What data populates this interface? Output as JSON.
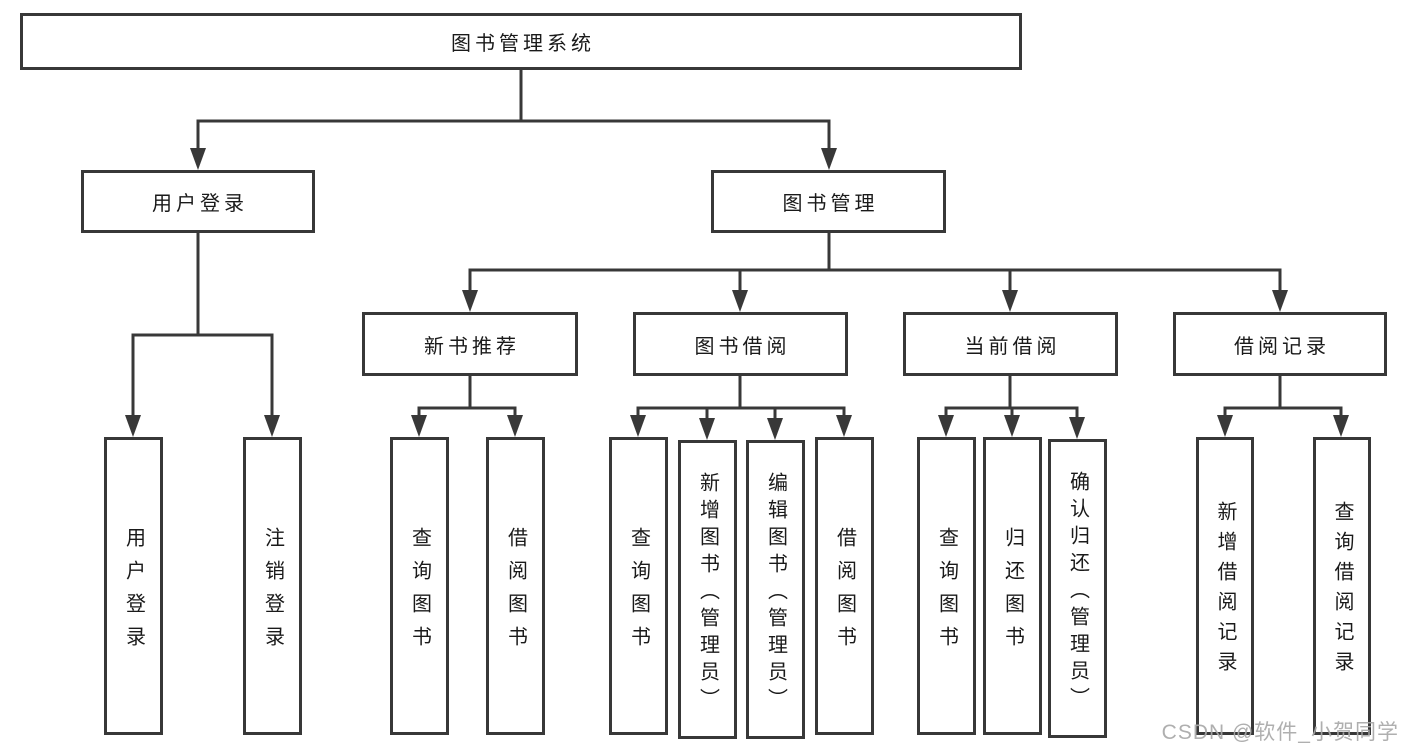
{
  "tree": {
    "label": "图书管理系统",
    "children": [
      {
        "label": "用户登录",
        "children": [
          {
            "label": "用户登录"
          },
          {
            "label": "注销登录"
          }
        ]
      },
      {
        "label": "图书管理",
        "children": [
          {
            "label": "新书推荐",
            "children": [
              {
                "label": "查询图书"
              },
              {
                "label": "借阅图书"
              }
            ]
          },
          {
            "label": "图书借阅",
            "children": [
              {
                "label": "查询图书"
              },
              {
                "label": "新增图书（管理员）"
              },
              {
                "label": "编辑图书（管理员）"
              },
              {
                "label": "借阅图书"
              }
            ]
          },
          {
            "label": "当前借阅",
            "children": [
              {
                "label": "查询图书"
              },
              {
                "label": "归还图书"
              },
              {
                "label": "确认归还（管理员）"
              }
            ]
          },
          {
            "label": "借阅记录",
            "children": [
              {
                "label": "新增借阅记录"
              },
              {
                "label": "查询借阅记录"
              }
            ]
          }
        ]
      }
    ]
  },
  "watermark": "CSDN @软件_小贺同学",
  "colors": {
    "line": "#383838",
    "box_border": "#383838",
    "text": "#1a1a1a",
    "watermark": "#a8a8a8",
    "background": "#ffffff"
  }
}
